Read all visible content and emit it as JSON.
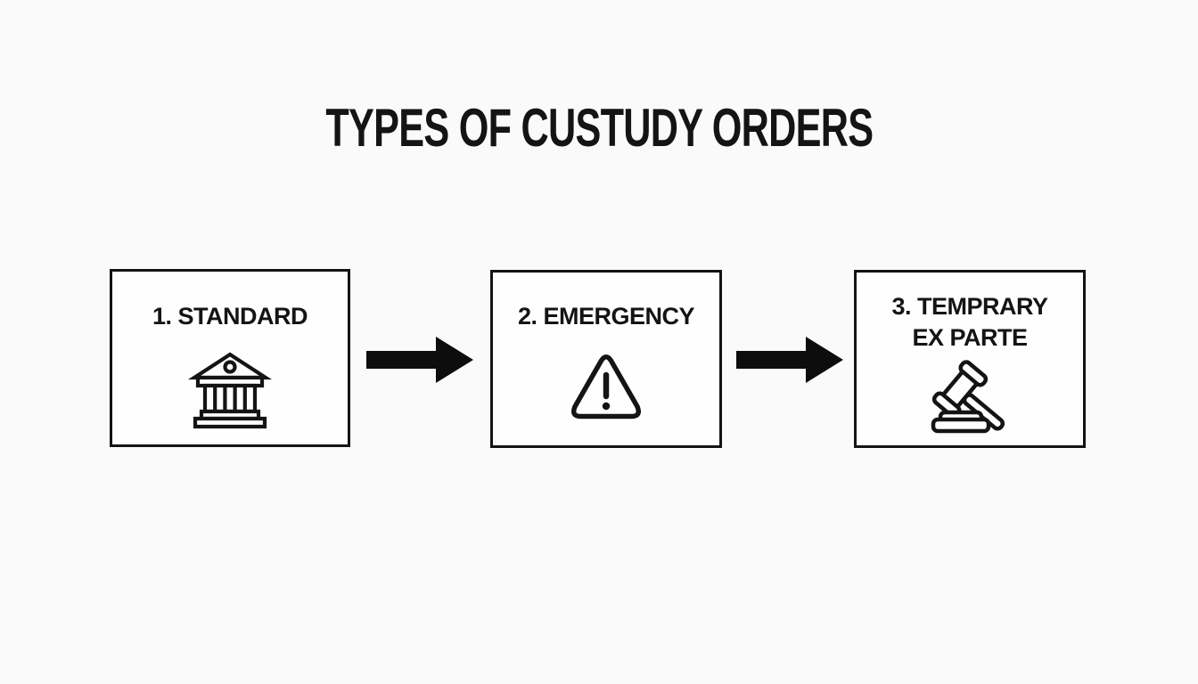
{
  "title": "TYPES OF CUSTUDY ORDERS",
  "steps": [
    {
      "lines": [
        "1. STANDARD"
      ],
      "icon": "courthouse"
    },
    {
      "lines": [
        "2. EMERGENCY"
      ],
      "icon": "warning-triangle"
    },
    {
      "lines": [
        "3. TEMPRARY",
        "EX PARTE"
      ],
      "icon": "gavel"
    }
  ],
  "connectors": [
    {
      "shape": "arrow-right",
      "direction": "left-to-right"
    },
    {
      "shape": "arrow-right",
      "direction": "left-to-right"
    }
  ],
  "colors": {
    "page_background": "#fbfafa",
    "box_background": "#fefefe",
    "ink": "#141414"
  }
}
